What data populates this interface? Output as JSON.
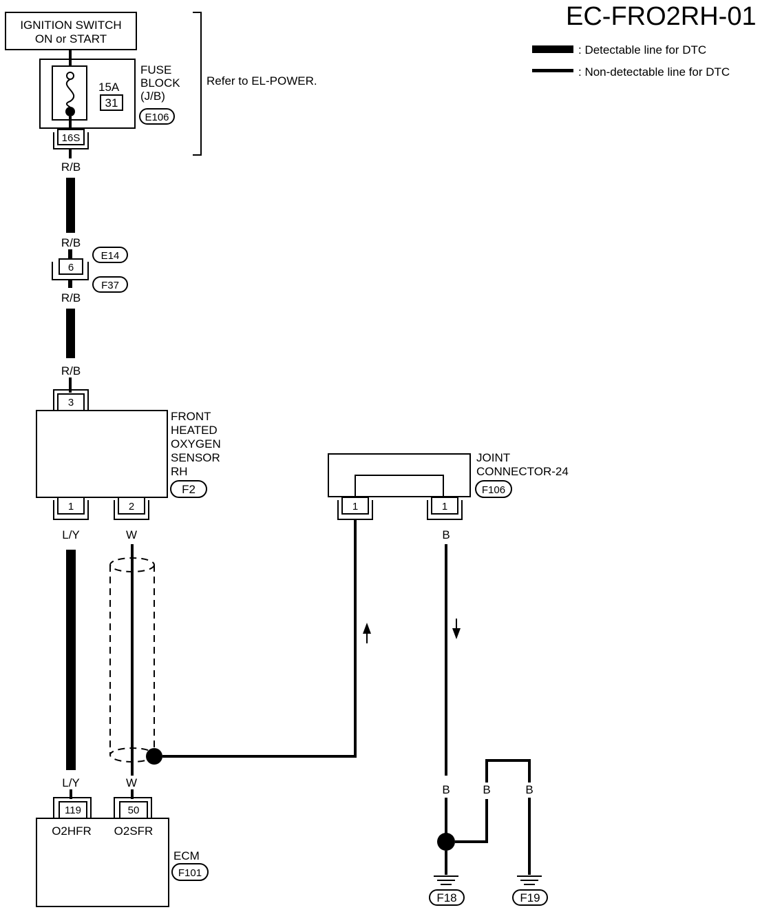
{
  "diagram_id": "EC-FRO2RH-01",
  "legend": {
    "detectable": ": Detectable line for DTC",
    "non_detectable": ": Non-detectable line for DTC"
  },
  "ignition": {
    "line1": "IGNITION SWITCH",
    "line2": "ON or START"
  },
  "fuse_block": {
    "line1": "FUSE",
    "line2": "BLOCK",
    "line3": "(J/B)",
    "amps": "15A",
    "number": "31",
    "connector": "E106",
    "terminal": "16S"
  },
  "refer_text": "Refer to EL-POWER.",
  "wires": {
    "rb": "R/B",
    "ly": "L/Y",
    "w": "W",
    "b": "B"
  },
  "inline_connector": {
    "terminal": "6",
    "upper": "E14",
    "lower": "F37"
  },
  "sensor": {
    "line1": "FRONT",
    "line2": "HEATED",
    "line3": "OXYGEN",
    "line4": "SENSOR",
    "line5": "RH",
    "connector": "F2",
    "pin_power": "3",
    "pin_heater": "1",
    "pin_signal": "2"
  },
  "joint": {
    "line1": "JOINT",
    "line2": "CONNECTOR-24",
    "connector": "F106",
    "pin_left": "1",
    "pin_right": "1"
  },
  "ecm": {
    "label": "ECM",
    "connector": "F101",
    "pin_heater": "119",
    "pin_signal": "50",
    "heater_name": "O2HFR",
    "signal_name": "O2SFR"
  },
  "grounds": {
    "left": "F18",
    "right": "F19"
  }
}
